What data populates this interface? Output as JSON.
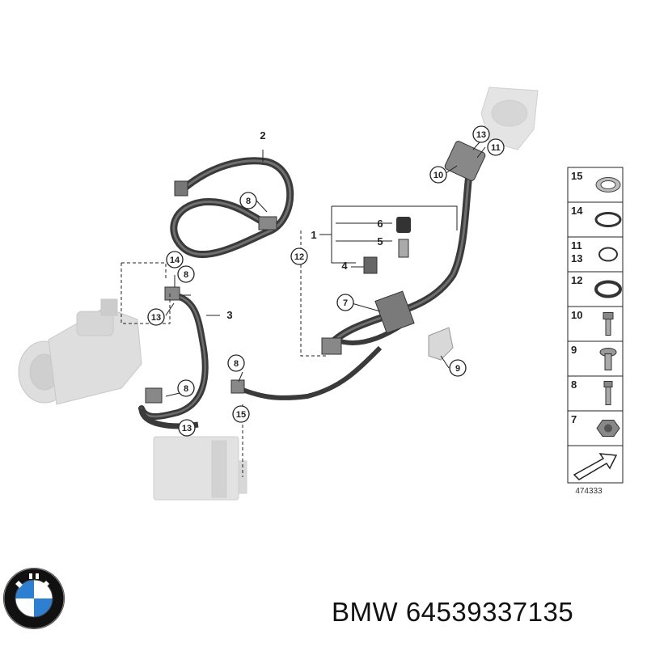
{
  "diagram": {
    "callouts_circled": [
      "8",
      "14",
      "8",
      "13",
      "8",
      "13",
      "8",
      "15",
      "12",
      "7",
      "9",
      "13",
      "11",
      "10"
    ],
    "leader_labels": [
      "2",
      "3",
      "1",
      "6",
      "5",
      "4"
    ],
    "legend": [
      {
        "numbers": [
          "15"
        ],
        "icon": "seal-ring-thin-icon"
      },
      {
        "numbers": [
          "14"
        ],
        "icon": "seal-ring-icon"
      },
      {
        "numbers": [
          "11",
          "13"
        ],
        "icon": "o-ring-small-icon"
      },
      {
        "numbers": [
          "12"
        ],
        "icon": "o-ring-thick-icon"
      },
      {
        "numbers": [
          "10"
        ],
        "icon": "bolt-icon"
      },
      {
        "numbers": [
          "9"
        ],
        "icon": "stud-bolt-icon"
      },
      {
        "numbers": [
          "8"
        ],
        "icon": "screw-icon"
      },
      {
        "numbers": [
          "7"
        ],
        "icon": "hex-nut-icon"
      }
    ],
    "reference_number": "474333"
  },
  "caption": {
    "brand": "BMW",
    "part_number": "64539337135"
  },
  "colors": {
    "hose": "#3a3a3a",
    "ghost_part": "#d4d4d4",
    "line": "#222222"
  }
}
